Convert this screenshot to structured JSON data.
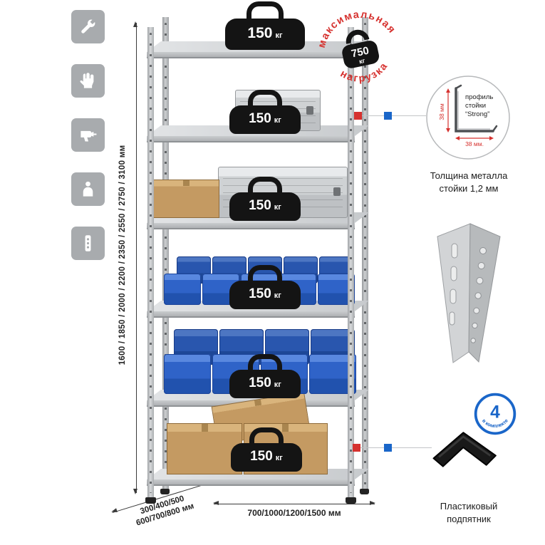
{
  "colors": {
    "red": "#d6322f",
    "blue": "#1a66c9",
    "bin": "#2f63c8",
    "cardboard": "#c49a62"
  },
  "tool_icons": [
    {
      "name": "wrench"
    },
    {
      "name": "work-glove"
    },
    {
      "name": "power-drill"
    },
    {
      "name": "person"
    },
    {
      "name": "spirit-level"
    }
  ],
  "dims": {
    "height": "1600 / 1850 / 2000 / 2200 / 2350 / 2550 / 2750 / 3100 мм",
    "depth_line1": "300/400/500",
    "depth_line2": "600/700/800 мм",
    "width": "700/1000/1200/1500 мм"
  },
  "shelf_loads": [
    {
      "value": "150",
      "unit": "кг"
    },
    {
      "value": "150",
      "unit": "кг"
    },
    {
      "value": "150",
      "unit": "кг"
    },
    {
      "value": "150",
      "unit": "кг"
    },
    {
      "value": "150",
      "unit": "кг"
    },
    {
      "value": "150",
      "unit": "кг"
    }
  ],
  "stamp": {
    "word_top": "максимальная",
    "word_bottom": "нагрузка",
    "value": "750",
    "unit": "кг"
  },
  "profile": {
    "label1": "профиль",
    "label2": "стойки",
    "label3": "“Strong”",
    "dim_vertical": "38 мм",
    "dim_horizontal": "38 мм.",
    "caption1": "Толщина металла",
    "caption2": "стойки 1,2 мм"
  },
  "foot": {
    "badge_number": "4",
    "badge_label": "в комплекте",
    "caption1": "Пластиковый",
    "caption2": "подпятник"
  }
}
